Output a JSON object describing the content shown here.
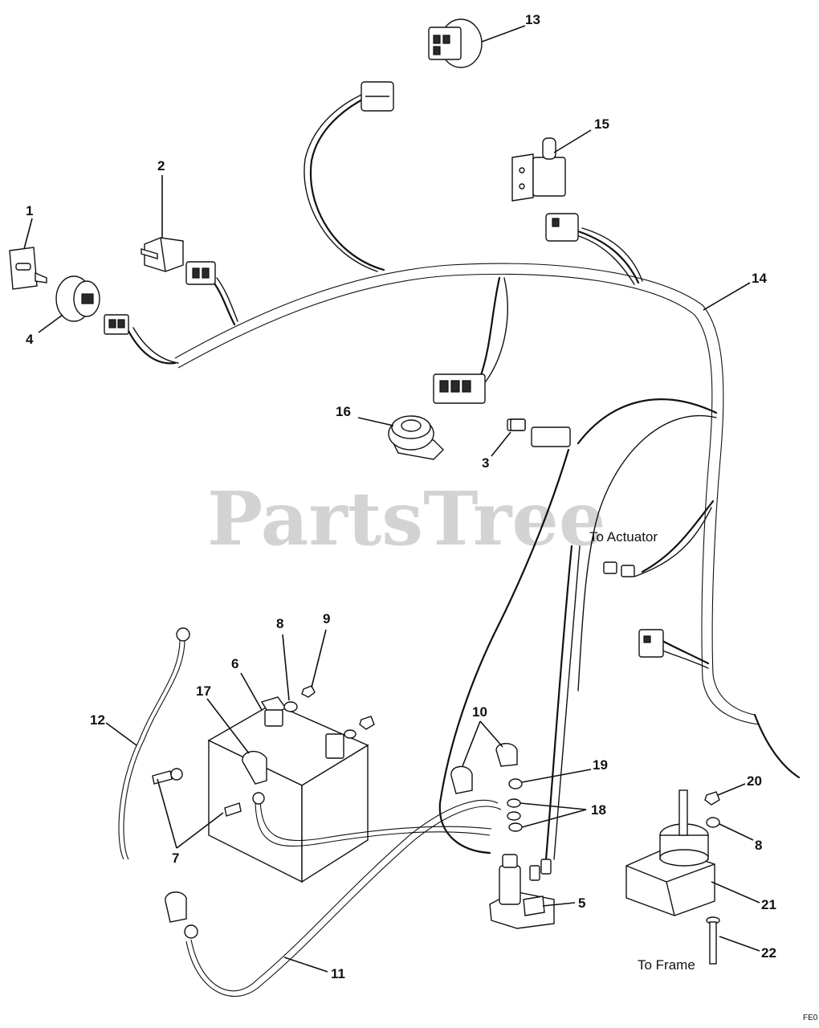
{
  "watermark": "PartsTree",
  "corner_code": "FE0",
  "notes": {
    "to_actuator": "To Actuator",
    "to_frame": "To Frame"
  },
  "callouts": {
    "c1": "1",
    "c2": "2",
    "c3": "3",
    "c4": "4",
    "c5": "5",
    "c6": "6",
    "c7": "7",
    "c8a": "8",
    "c8b": "8",
    "c9": "9",
    "c10": "10",
    "c11": "11",
    "c12": "12",
    "c13": "13",
    "c14": "14",
    "c15": "15",
    "c16": "16",
    "c17": "17",
    "c18": "18",
    "c19": "19",
    "c20": "20",
    "c21": "21",
    "c22": "22"
  }
}
